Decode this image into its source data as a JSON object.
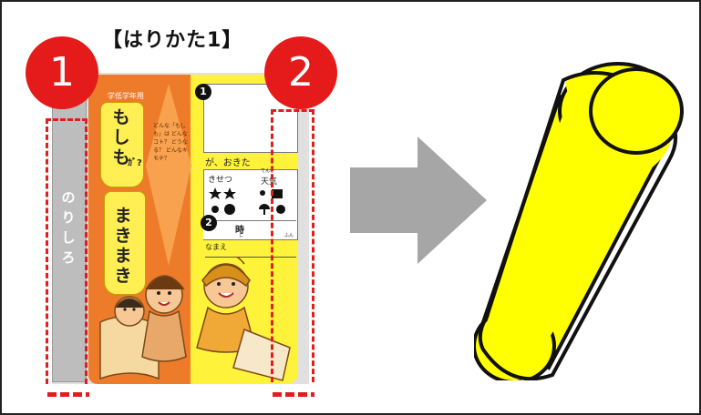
{
  "title": "【はりかた1】",
  "badges": [
    "1",
    "2"
  ],
  "sheet": {
    "glue_label": "のりしろ",
    "grade_label": "学低学年用",
    "title_line1": "もしも",
    "title_mark": "ｶﾞ?",
    "title_line2": "まきまき",
    "diamond_text": "どんな「もしも」は どんなコト？ どうなる？ どんなキモチ？",
    "item1": "1",
    "item2": "2",
    "ga_okita": "が、おきた",
    "kisetsu": "きせつ",
    "tenki": "天気",
    "tenki_ruby": "てんき",
    "toki": "時",
    "toki_ruby": "じ",
    "fun_ruby": "ふん",
    "namae": "なまえ"
  },
  "colors": {
    "marker_red": "#e51a1a",
    "arrow_gray": "#a6a6a6",
    "tube_yellow": "#ffff00",
    "sheet_orange": "#ee7b2a",
    "sheet_yellow": "#fff23a"
  },
  "icons": {
    "arrow": "arrow-right-icon",
    "tube": "rolled-cylinder-icon"
  }
}
